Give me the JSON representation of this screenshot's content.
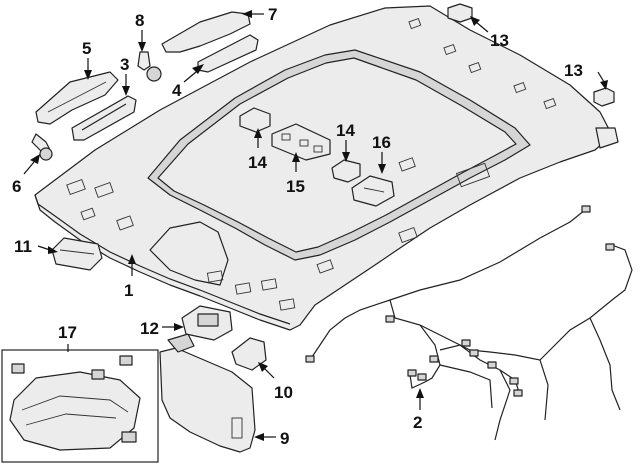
{
  "callouts": [
    {
      "id": "c1",
      "label": "1"
    },
    {
      "id": "c2",
      "label": "2"
    },
    {
      "id": "c3",
      "label": "3"
    },
    {
      "id": "c4",
      "label": "4"
    },
    {
      "id": "c5",
      "label": "5"
    },
    {
      "id": "c6",
      "label": "6"
    },
    {
      "id": "c7",
      "label": "7"
    },
    {
      "id": "c8",
      "label": "8"
    },
    {
      "id": "c9",
      "label": "9"
    },
    {
      "id": "c10",
      "label": "10"
    },
    {
      "id": "c11",
      "label": "11"
    },
    {
      "id": "c12",
      "label": "12"
    },
    {
      "id": "c13a",
      "label": "13"
    },
    {
      "id": "c13b",
      "label": "13"
    },
    {
      "id": "c14a",
      "label": "14"
    },
    {
      "id": "c14b",
      "label": "14"
    },
    {
      "id": "c15",
      "label": "15"
    },
    {
      "id": "c16",
      "label": "16"
    },
    {
      "id": "c17",
      "label": "17"
    }
  ]
}
